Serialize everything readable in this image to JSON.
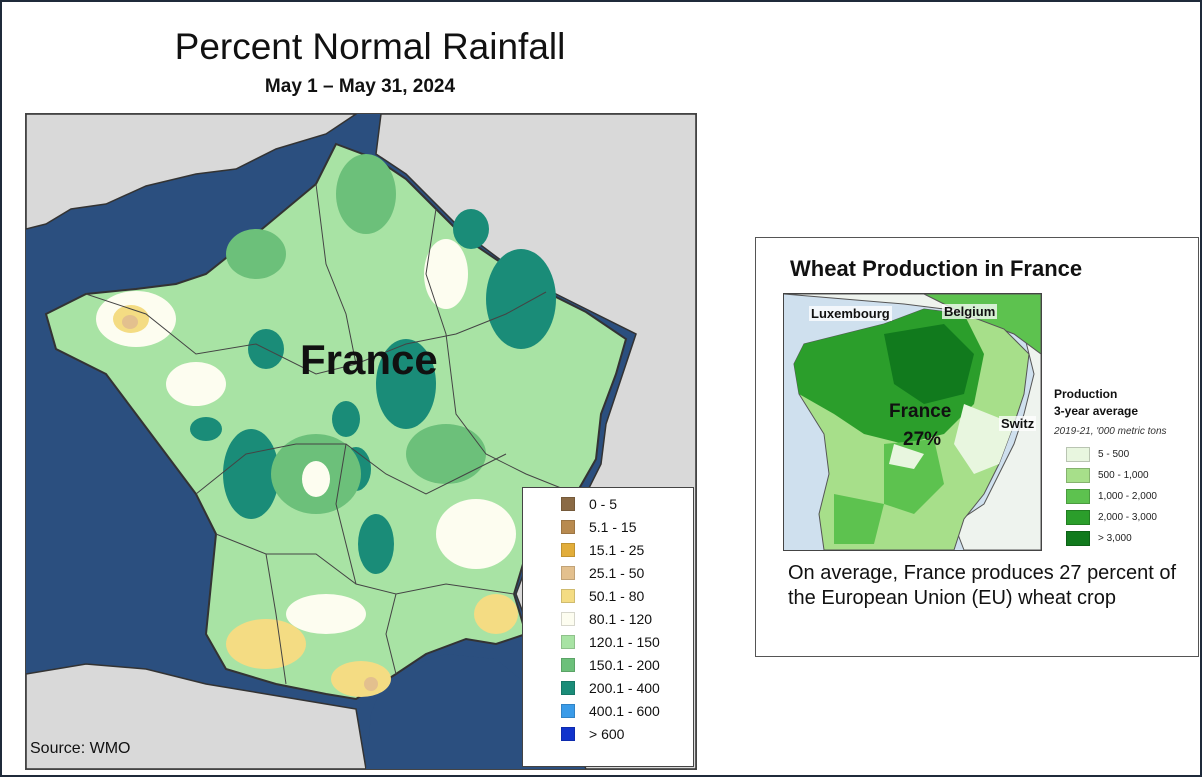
{
  "title": "Percent Normal Rainfall",
  "subtitle": "May 1 – May 31, 2024",
  "map_label": "France",
  "source": "Source: WMO",
  "legend": [
    {
      "label": "0 - 5",
      "color": "#8a6a45"
    },
    {
      "label": "5.1 - 15",
      "color": "#b88a4f"
    },
    {
      "label": "15.1 - 25",
      "color": "#e2ad3a"
    },
    {
      "label": "25.1 - 50",
      "color": "#e3c08e"
    },
    {
      "label": "50.1 - 80",
      "color": "#f4dc83"
    },
    {
      "label": "80.1 - 120",
      "color": "#fdfdf0"
    },
    {
      "label": "120.1 - 150",
      "color": "#a8e3a4"
    },
    {
      "label": "150.1 - 200",
      "color": "#6cc07a"
    },
    {
      "label": "200.1 - 400",
      "color": "#1a8c78"
    },
    {
      "label": "400.1 - 600",
      "color": "#3a9be8"
    },
    {
      "label": "> 600",
      "color": "#1133cc"
    }
  ],
  "colors": {
    "ocean": "#2b4f7f",
    "neighbor_land": "#d9d9d9",
    "border": "#333333"
  },
  "wheat": {
    "title": "Wheat Production in France",
    "labels": {
      "luxembourg": "Luxembourg",
      "belgium": "Belgium",
      "switz": "Switz",
      "france": "France",
      "percent": "27%"
    },
    "legend_title_1": "Production",
    "legend_title_2": "3-year average",
    "legend_note": "2019-21, '000 metric tons",
    "legend": [
      {
        "label": "5 - 500",
        "color": "#e8f6df"
      },
      {
        "label": "500 - 1,000",
        "color": "#a7df8a"
      },
      {
        "label": "1,000 - 2,000",
        "color": "#5dc24f"
      },
      {
        "label": "2,000 - 3,000",
        "color": "#2b9e2b"
      },
      {
        "label": "> 3,000",
        "color": "#117a1d"
      }
    ],
    "caption": "On average, France produces 27 percent of the European Union (EU) wheat crop"
  }
}
